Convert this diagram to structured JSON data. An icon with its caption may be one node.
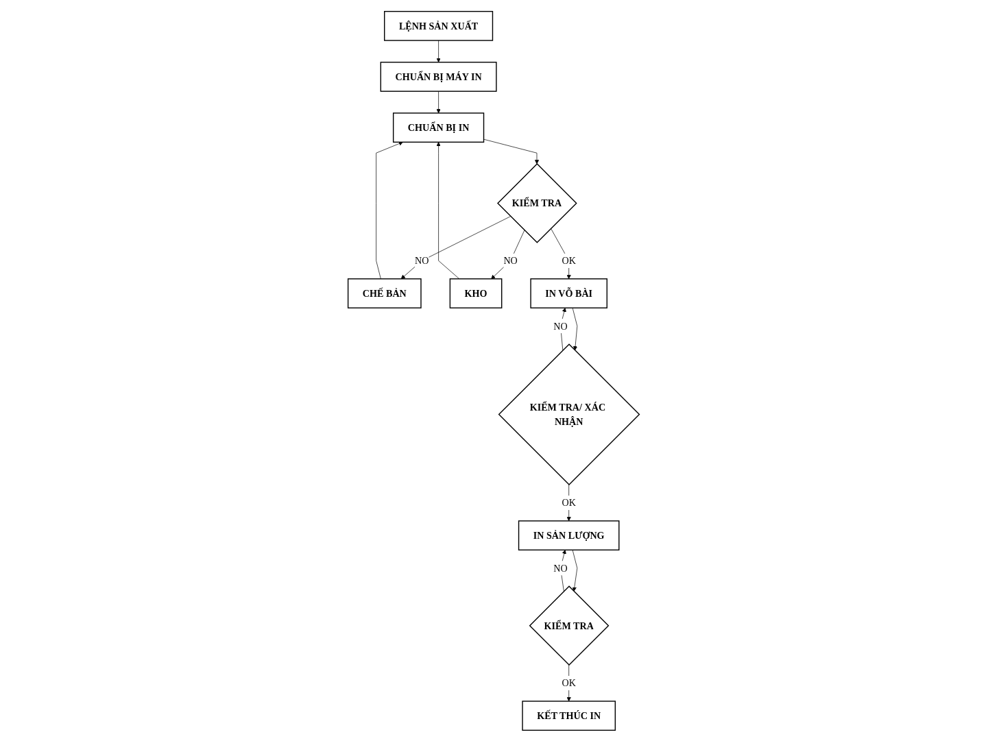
{
  "diagram": {
    "nodes": [
      {
        "text": [
          "LỆNH SẢN XUẤT"
        ]
      },
      {
        "text": [
          "CHUẨN BỊ MÁY IN"
        ]
      },
      {
        "text": [
          "CHUẨN BỊ IN"
        ]
      },
      {
        "text": [
          "CHẾ BẢN"
        ]
      },
      {
        "text": [
          "KIỂM TRA"
        ]
      },
      {
        "text": [
          "KHO"
        ]
      },
      {
        "text": [
          "IN VỖ BÀI"
        ]
      },
      {
        "text": [
          "KIỂM TRA/ XÁC NHẬN"
        ]
      },
      {
        "text": [
          "IN SẢN LƯỢNG"
        ]
      },
      {
        "text": [
          "KIỂM TRA"
        ]
      },
      {
        "text": [
          "KẾT THÚC IN"
        ]
      }
    ],
    "edges": [
      {
        "from": 0,
        "to": 1,
        "arrow": "to"
      },
      {
        "from": 1,
        "to": 2,
        "arrow": "to"
      },
      {
        "from": 2,
        "to": 4,
        "arrow": "to"
      },
      {
        "from": 4,
        "to": 3,
        "arrow": "to",
        "label": "NO"
      },
      {
        "from": 4,
        "to": 5,
        "arrow": "to",
        "label": "NO"
      },
      {
        "from": 3,
        "to": 2,
        "arrow": "to"
      },
      {
        "from": 5,
        "to": 2,
        "arrow": "to"
      },
      {
        "from": 4,
        "to": 6,
        "arrow": "to",
        "label": "OK"
      },
      {
        "from": 6,
        "to": 7,
        "arrow": "to"
      },
      {
        "from": 7,
        "to": 6,
        "arrow": "to",
        "label": "NO"
      },
      {
        "from": 7,
        "to": 8,
        "arrow": "to",
        "label": "OK"
      },
      {
        "from": 8,
        "to": 9,
        "arrow": "to"
      },
      {
        "from": 9,
        "to": 8,
        "arrow": "to",
        "label": "NO"
      },
      {
        "from": 9,
        "to": 10,
        "arrow": "to",
        "label": "OK"
      }
    ]
  }
}
